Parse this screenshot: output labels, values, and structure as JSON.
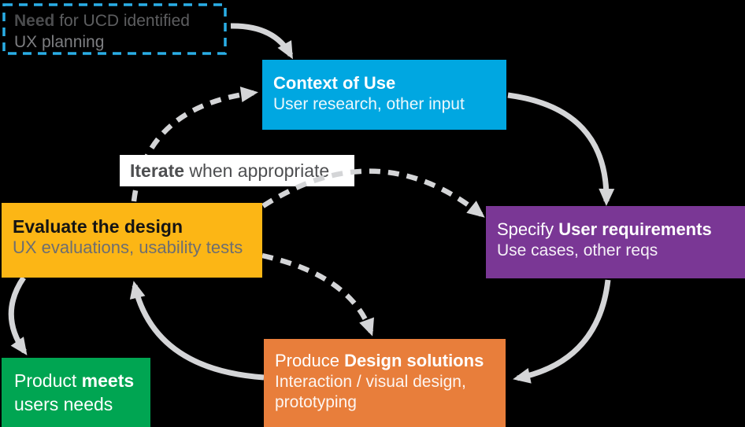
{
  "colors": {
    "arrow": "#d4d5d7",
    "need_border": "#2aaee6",
    "context": "#00a7e1",
    "evaluate": "#fcb615",
    "specify": "#7a3795",
    "produce": "#e87e3b",
    "product": "#00a552",
    "iterate_bg": "#ffffff",
    "background": "#000000"
  },
  "need_note": {
    "bold": "Need",
    "rest": " for UCD identified",
    "line2": "UX planning"
  },
  "iterate_label": {
    "bold": "Iterate",
    "rest": " when appropriate"
  },
  "boxes": {
    "context": {
      "title": "Context of Use",
      "subtitle": "User research, other input"
    },
    "evaluate": {
      "title": "Evaluate the design",
      "subtitle": "UX evaluations, usability tests"
    },
    "specify": {
      "title_normal": "Specify ",
      "title_bold": "User requirements",
      "subtitle": "Use cases, other reqs"
    },
    "produce": {
      "title_normal": "Produce ",
      "title_bold": "Design solutions",
      "subtitle_line1": "Interaction / visual design,",
      "subtitle_line2": "prototyping"
    },
    "product": {
      "line1_normal": "Product ",
      "line1_bold": "meets",
      "line2": "users needs"
    }
  },
  "arrows": {
    "solid": [
      "need-note to context-of-use",
      "context-of-use to specify-user-requirements",
      "specify-user-requirements to produce-design-solutions",
      "produce-design-solutions to evaluate-the-design",
      "evaluate-the-design to product-meets-needs"
    ],
    "dashed_iterate": [
      "evaluate-the-design to context-of-use",
      "evaluate-the-design to specify-user-requirements",
      "evaluate-the-design to produce-design-solutions"
    ]
  }
}
